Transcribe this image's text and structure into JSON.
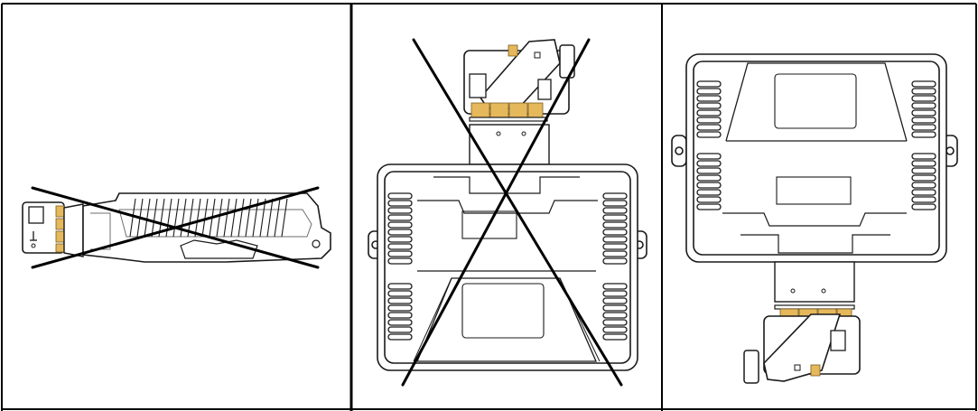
{
  "panels": [
    {
      "view": "side",
      "mounting": "not-allowed"
    },
    {
      "view": "connector-up",
      "mounting": "not-allowed"
    },
    {
      "view": "connector-down",
      "mounting": "allowed"
    }
  ],
  "colors": {
    "outline": "#1a1a1a",
    "line_light": "#6e6e6e",
    "connector_tab": "#e6b85c",
    "cross": "#000000",
    "background": "#ffffff"
  },
  "icons": {
    "cross": "cross-mark-icon"
  }
}
